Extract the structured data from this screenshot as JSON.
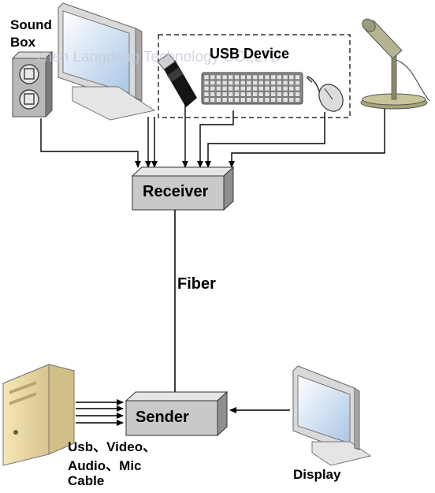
{
  "labels": {
    "sound_box_line1": "Sound",
    "sound_box_line2": "Box",
    "usb_device": "USB Device",
    "receiver": "Receiver",
    "fiber": "Fiber",
    "sender": "Sender",
    "cable_line1": "Usb、Video、",
    "cable_line2": "Audio、Mic",
    "cable_line3": "Cable",
    "display": "Display"
  },
  "watermark": "zhen Langdeng  Technology CO.,LTD",
  "colors": {
    "box_face": "#c9c9c9",
    "box_top": "#e6e6e6",
    "box_side": "#8f8f8f",
    "line": "#000000",
    "dashed_border": "#000000"
  },
  "icons": [
    "speaker-icon",
    "monitor-icon",
    "usb-stick-icon",
    "keyboard-icon",
    "mouse-icon",
    "microphone-icon",
    "pc-tower-icon",
    "display-monitor-icon"
  ]
}
